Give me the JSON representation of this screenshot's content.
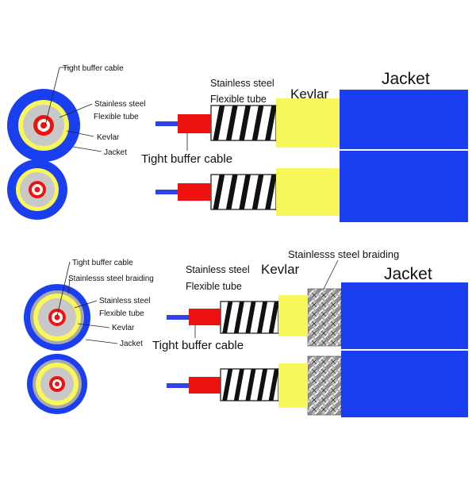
{
  "colors": {
    "jacket": "#1a3ff0",
    "kevlar": "#f7f75a",
    "buffer": "#ee1111",
    "fiber": "#2e43e8",
    "tube": "#c8c8c8",
    "braid": "#bdbdbd",
    "line": "#222222",
    "white": "#ffffff"
  },
  "top": {
    "cross_section_labels": {
      "tight_buffer": "Tight buffer cable",
      "stainless_steel": "Stainless steel",
      "flexible_tube": "Flexible tube",
      "kevlar": "Kevlar",
      "jacket": "Jacket"
    },
    "side_view_labels": {
      "stainless_steel": "Stainless steel",
      "flexible_tube": "Flexible tube",
      "kevlar": "Kevlar",
      "jacket": "Jacket",
      "tight_buffer": "Tight buffer cable"
    }
  },
  "bottom": {
    "cross_section_labels": {
      "tight_buffer": "Tight buffer cable",
      "steel_braiding": "Stainlesss steel braiding",
      "stainless_steel": "Stainless steel",
      "flexible_tube": "Flexible tube",
      "kevlar": "Kevlar",
      "jacket": "Jacket"
    },
    "side_view_labels": {
      "steel_braiding": "Stainlesss steel braiding",
      "stainless_steel": "Stainless steel",
      "flexible_tube": "Flexible tube",
      "kevlar": "Kevlar",
      "jacket": "Jacket",
      "tight_buffer": "Tight buffer cable"
    }
  }
}
